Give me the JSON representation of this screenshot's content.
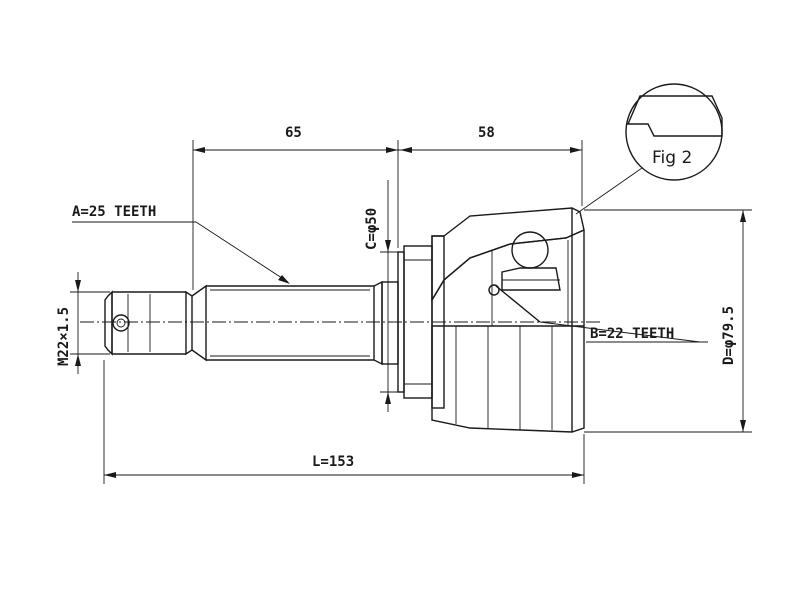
{
  "dimensions": {
    "shaft_length": "65",
    "body_length": "58",
    "total_length": "L=153",
    "a_teeth": "A=25 TEETH",
    "b_teeth": "B=22 TEETH",
    "c_diameter": "C=φ50",
    "d_diameter": "D=φ79.5",
    "thread": "M22×1.5"
  },
  "figure_label": "Fig 2"
}
